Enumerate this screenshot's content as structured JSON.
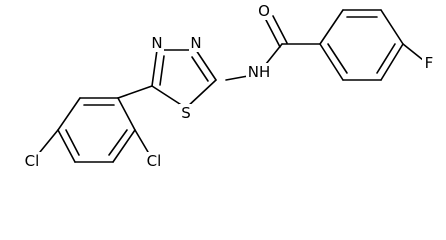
{
  "molecule": {
    "atoms": {
      "o": "O",
      "n1": "N",
      "n2": "N",
      "nh": "NH",
      "s": "S",
      "f": "F",
      "cl1": "Cl",
      "cl2": "Cl"
    }
  }
}
